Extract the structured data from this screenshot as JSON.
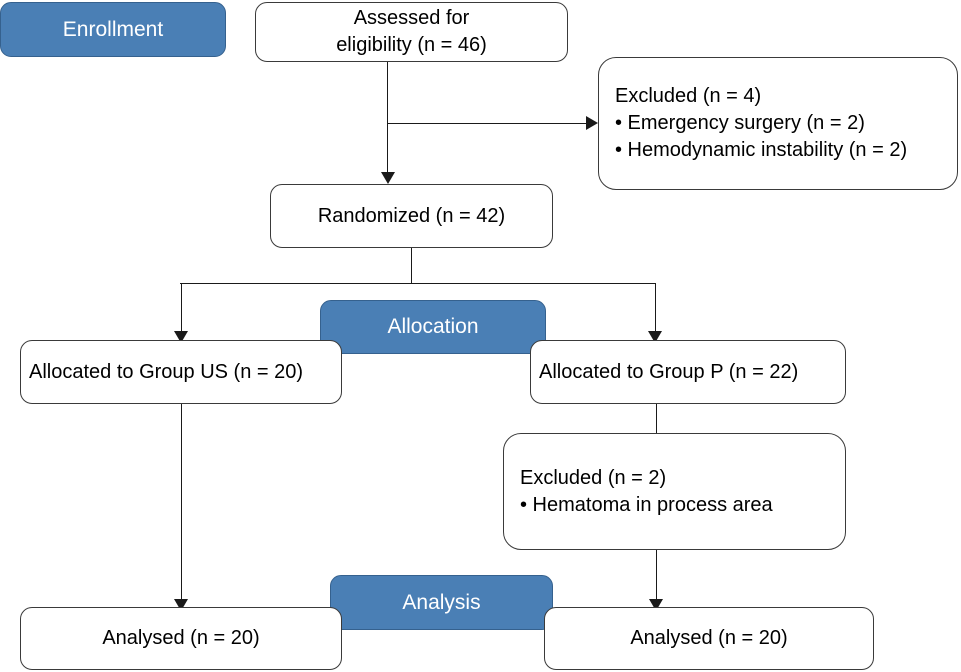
{
  "diagram": {
    "title": "CONSORT participant flow diagram",
    "accent_color": "#4a7fb5",
    "banner_text_color": "#ffffff",
    "box_border_color": "#3a3a3a",
    "connector_color": "#1a1a1a"
  },
  "stages": {
    "enrollment": "Enrollment",
    "allocation": "Allocation",
    "analysis": "Analysis"
  },
  "nodes": {
    "assessed": "Assessed for\neligibility (n = 46)",
    "excluded_top": "Excluded (n = 4)\n• Emergency surgery (n = 2)\n• Hemodynamic instability (n = 2)",
    "randomized": "Randomized (n = 42)",
    "allocated_us": "Allocated to Group US (n = 20)",
    "allocated_p": "Allocated to Group P (n = 22)",
    "excluded_p": "Excluded (n = 2)\n• Hematoma in process area",
    "analysed_us": "Analysed (n = 20)",
    "analysed_p": "Analysed (n = 20)"
  },
  "counts": {
    "assessed_n": 46,
    "excluded_top_n": 4,
    "excluded_emergency_surgery_n": 2,
    "excluded_hemodynamic_instability_n": 2,
    "randomized_n": 42,
    "allocated_us_n": 20,
    "allocated_p_n": 22,
    "excluded_p_n": 2,
    "analysed_us_n": 20,
    "analysed_p_n": 20
  }
}
